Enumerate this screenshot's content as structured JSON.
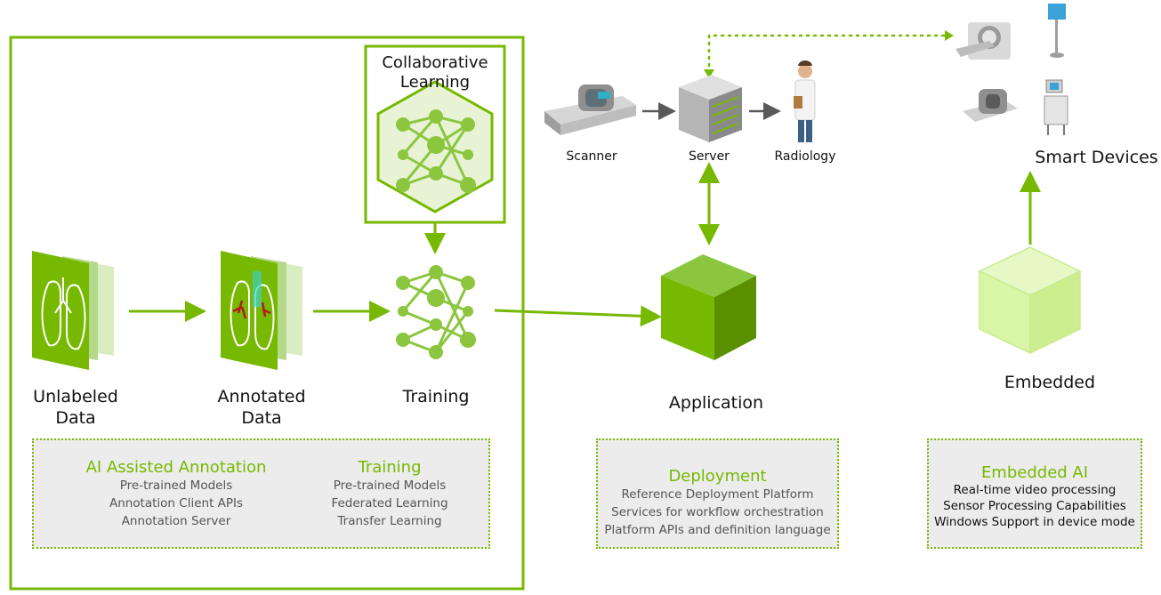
{
  "collab": {
    "line1": "Collaborative",
    "line2": "Learning"
  },
  "stages": {
    "unlabeled": {
      "line1": "Unlabeled",
      "line2": "Data"
    },
    "annotated": {
      "line1": "Annotated",
      "line2": "Data"
    },
    "training": "Training",
    "application": "Application",
    "embedded": "Embedded",
    "smart_devices": "Smart Devices"
  },
  "top_row": {
    "scanner": "Scanner",
    "server": "Server",
    "radiology": "Radiology"
  },
  "boxes": {
    "annotation": {
      "title": "AI Assisted Annotation",
      "items": [
        "Pre-trained Models",
        "Annotation Client APIs",
        "Annotation Server"
      ]
    },
    "training": {
      "title": "Training",
      "items": [
        "Pre-trained Models",
        "Federated Learning",
        "Transfer Learning"
      ]
    },
    "deployment": {
      "title": "Deployment",
      "items": [
        "Reference Deployment Platform",
        "Services for workflow orchestration",
        "Platform APIs and definition language"
      ]
    },
    "embedded_ai": {
      "title": "Embedded AI",
      "items": [
        "Real-time video processing",
        "Sensor Processing Capabilities",
        "Windows Support in device mode"
      ]
    }
  },
  "colors": {
    "accent": "#76b900",
    "arrow": "#5a5a5a",
    "box_bg": "#ececec"
  }
}
